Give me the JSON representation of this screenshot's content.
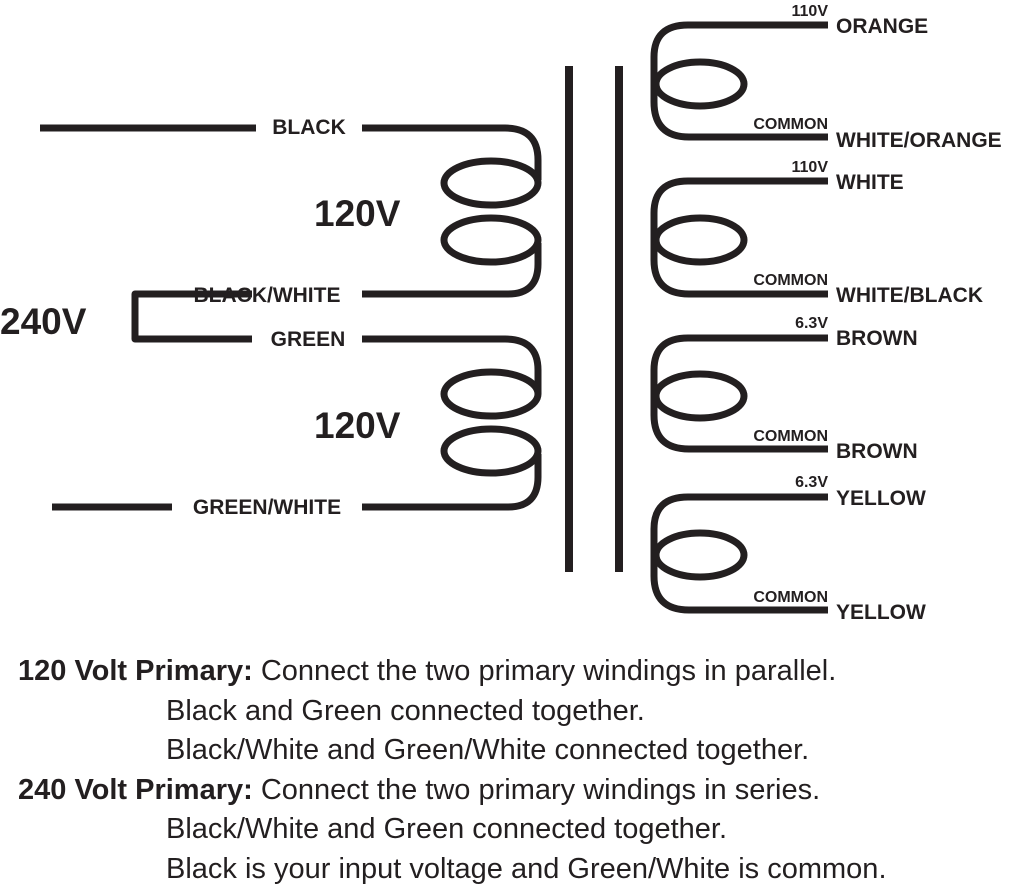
{
  "primary": {
    "lead_black": "BLACK",
    "lead_black_white": "BLACK/WHITE",
    "lead_green": "GREEN",
    "lead_green_white": "GREEN/WHITE",
    "winding_top_voltage": "120V",
    "winding_bottom_voltage": "120V",
    "series_voltage": "240V"
  },
  "secondary": [
    {
      "tap_top": "110V",
      "lead_top": "ORANGE",
      "tap_bottom": "COMMON",
      "lead_bottom": "WHITE/ORANGE"
    },
    {
      "tap_top": "110V",
      "lead_top": "WHITE",
      "tap_bottom": "COMMON",
      "lead_bottom": "WHITE/BLACK"
    },
    {
      "tap_top": "6.3V",
      "lead_top": "BROWN",
      "tap_bottom": "COMMON",
      "lead_bottom": "BROWN"
    },
    {
      "tap_top": "6.3V",
      "lead_top": "YELLOW",
      "tap_bottom": "COMMON",
      "lead_bottom": "YELLOW"
    }
  ],
  "notes": {
    "p120_head": "120 Volt Primary:",
    "p120_text": " Connect the two primary windings in parallel.",
    "p120_line2": "Black and Green connected together.",
    "p120_line3": "Black/White and Green/White connected together.",
    "p240_head": "240 Volt Primary:",
    "p240_text": " Connect the two primary windings in series.",
    "p240_line2": "Black/White and Green connected together.",
    "p240_line3": "Black is your input voltage and Green/White is common."
  }
}
